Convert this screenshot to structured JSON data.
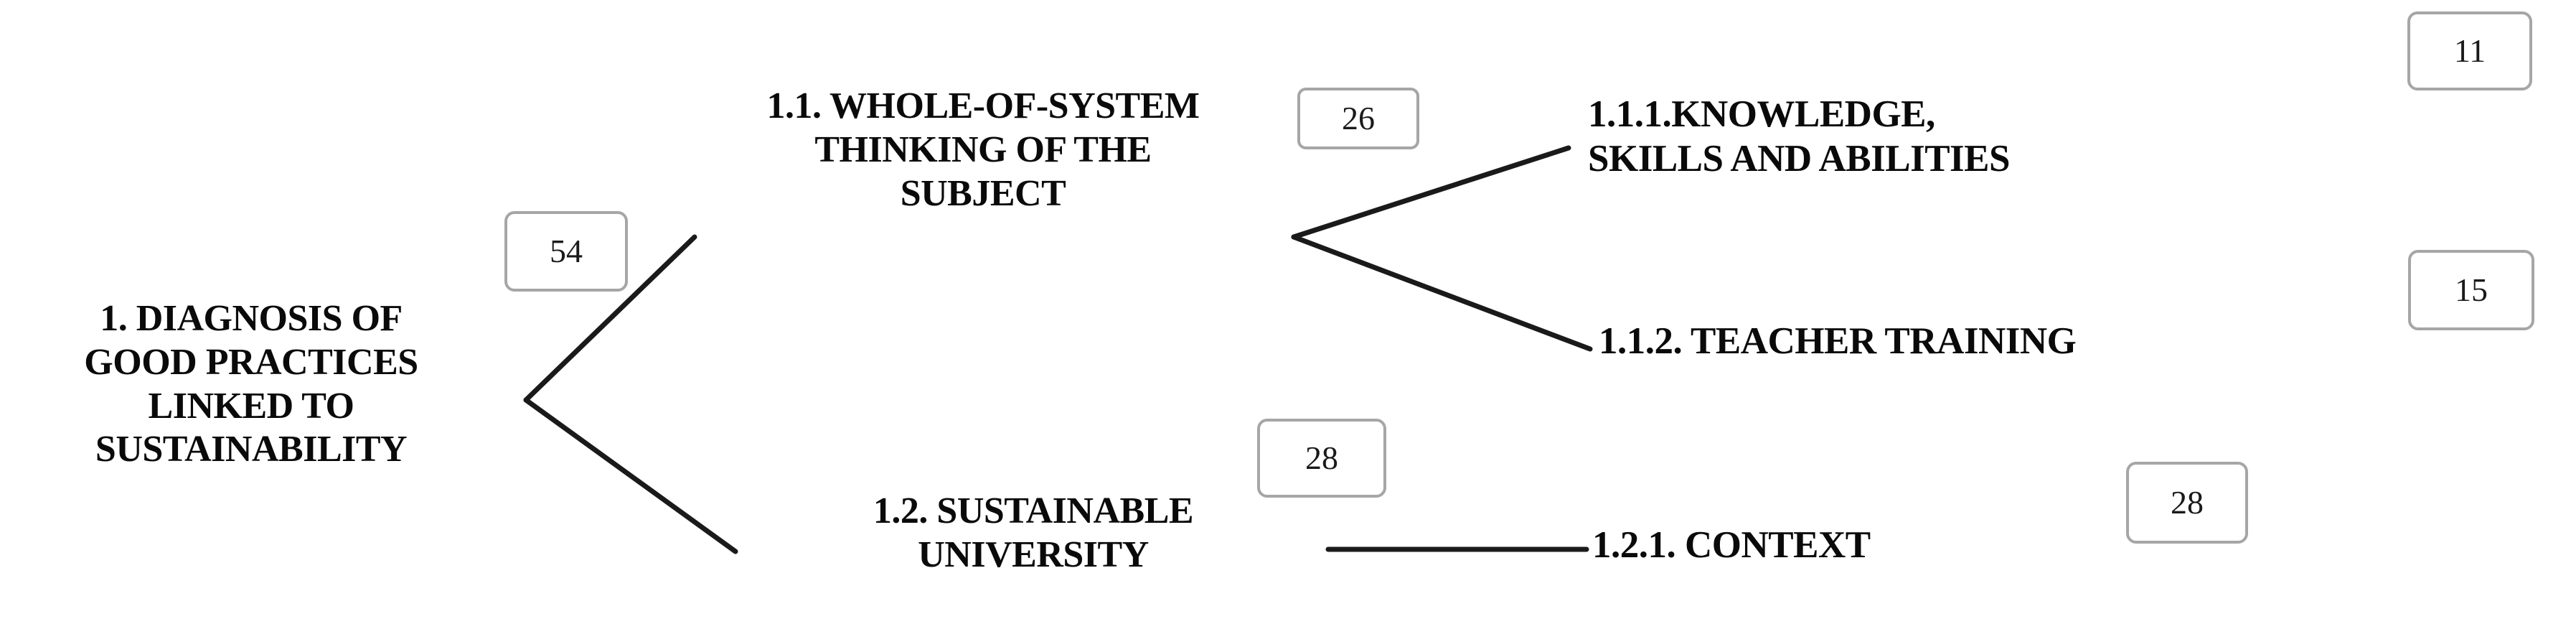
{
  "diagram": {
    "title": "Hierarchical category tree of good practices linked to sustainability",
    "line_color": "#1a1a1a",
    "badge_border_color": "#a6a6a6",
    "text_color": "#0a0a0a",
    "background": "#ffffff"
  },
  "nodes": {
    "root": {
      "label": "1. DIAGNOSIS OF\nGOOD PRACTICES\nLINKED TO\nSUSTAINABILITY",
      "count": "54"
    },
    "level1": [
      {
        "label": "1.1. WHOLE-OF-SYSTEM\nTHINKING OF THE\nSUBJECT",
        "count": "26"
      },
      {
        "label": "1.2. SUSTAINABLE\nUNIVERSITY",
        "count": "28"
      }
    ],
    "level2": [
      {
        "label": "1.1.1.KNOWLEDGE,\nSKILLS AND ABILITIES",
        "count": "11"
      },
      {
        "label": "1.1.2. TEACHER TRAINING",
        "count": "15"
      },
      {
        "label": "1.2.1. CONTEXT",
        "count": "28"
      }
    ]
  }
}
